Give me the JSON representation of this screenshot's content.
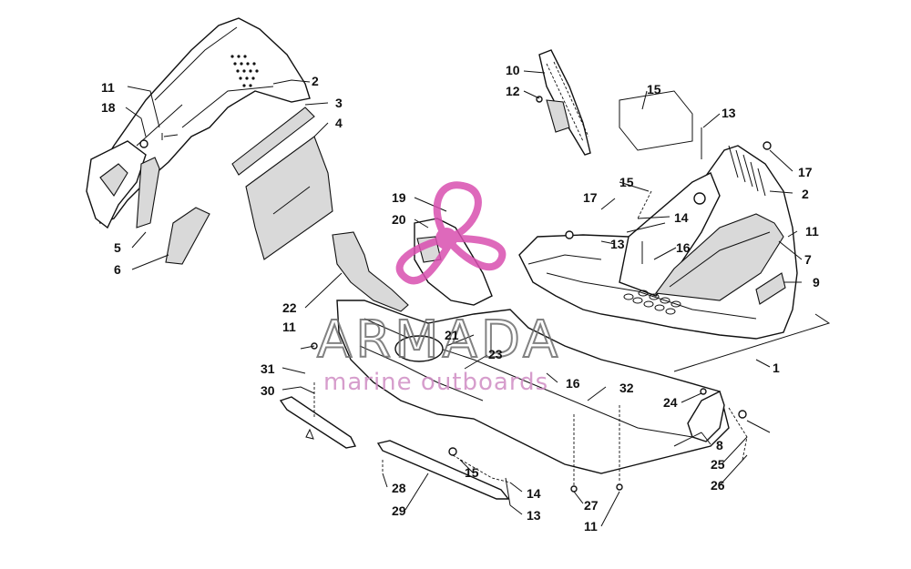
{
  "watermark": {
    "title": "ARMADA",
    "subtitle": "marine outboards",
    "logo_color": "#d94fb0",
    "text_color": "#6d6d6d"
  },
  "callouts": [
    {
      "id": "c1",
      "text": "1"
    },
    {
      "id": "c2a",
      "text": "2"
    },
    {
      "id": "c2b",
      "text": "2"
    },
    {
      "id": "c3",
      "text": "3"
    },
    {
      "id": "c4",
      "text": "4"
    },
    {
      "id": "c5",
      "text": "5"
    },
    {
      "id": "c6",
      "text": "6"
    },
    {
      "id": "c7",
      "text": "7"
    },
    {
      "id": "c8",
      "text": "8"
    },
    {
      "id": "c9",
      "text": "9"
    },
    {
      "id": "c10",
      "text": "10"
    },
    {
      "id": "c11a",
      "text": "11"
    },
    {
      "id": "c11b",
      "text": "11"
    },
    {
      "id": "c11c",
      "text": "11"
    },
    {
      "id": "c11d",
      "text": "11"
    },
    {
      "id": "c12",
      "text": "12"
    },
    {
      "id": "c13a",
      "text": "13"
    },
    {
      "id": "c13b",
      "text": "13"
    },
    {
      "id": "c13c",
      "text": "13"
    },
    {
      "id": "c14a",
      "text": "14"
    },
    {
      "id": "c14b",
      "text": "14"
    },
    {
      "id": "c15a",
      "text": "15"
    },
    {
      "id": "c15b",
      "text": "15"
    },
    {
      "id": "c15c",
      "text": "15"
    },
    {
      "id": "c16a",
      "text": "16"
    },
    {
      "id": "c16b",
      "text": "16"
    },
    {
      "id": "c17a",
      "text": "17"
    },
    {
      "id": "c17b",
      "text": "17"
    },
    {
      "id": "c18",
      "text": "18"
    },
    {
      "id": "c19",
      "text": "19"
    },
    {
      "id": "c20",
      "text": "20"
    },
    {
      "id": "c21",
      "text": "21"
    },
    {
      "id": "c22",
      "text": "22"
    },
    {
      "id": "c23",
      "text": "23"
    },
    {
      "id": "c24",
      "text": "24"
    },
    {
      "id": "c25",
      "text": "25"
    },
    {
      "id": "c26",
      "text": "26"
    },
    {
      "id": "c27",
      "text": "27"
    },
    {
      "id": "c28",
      "text": "28"
    },
    {
      "id": "c29",
      "text": "29"
    },
    {
      "id": "c30",
      "text": "30"
    },
    {
      "id": "c31",
      "text": "31"
    },
    {
      "id": "c32",
      "text": "32"
    }
  ]
}
